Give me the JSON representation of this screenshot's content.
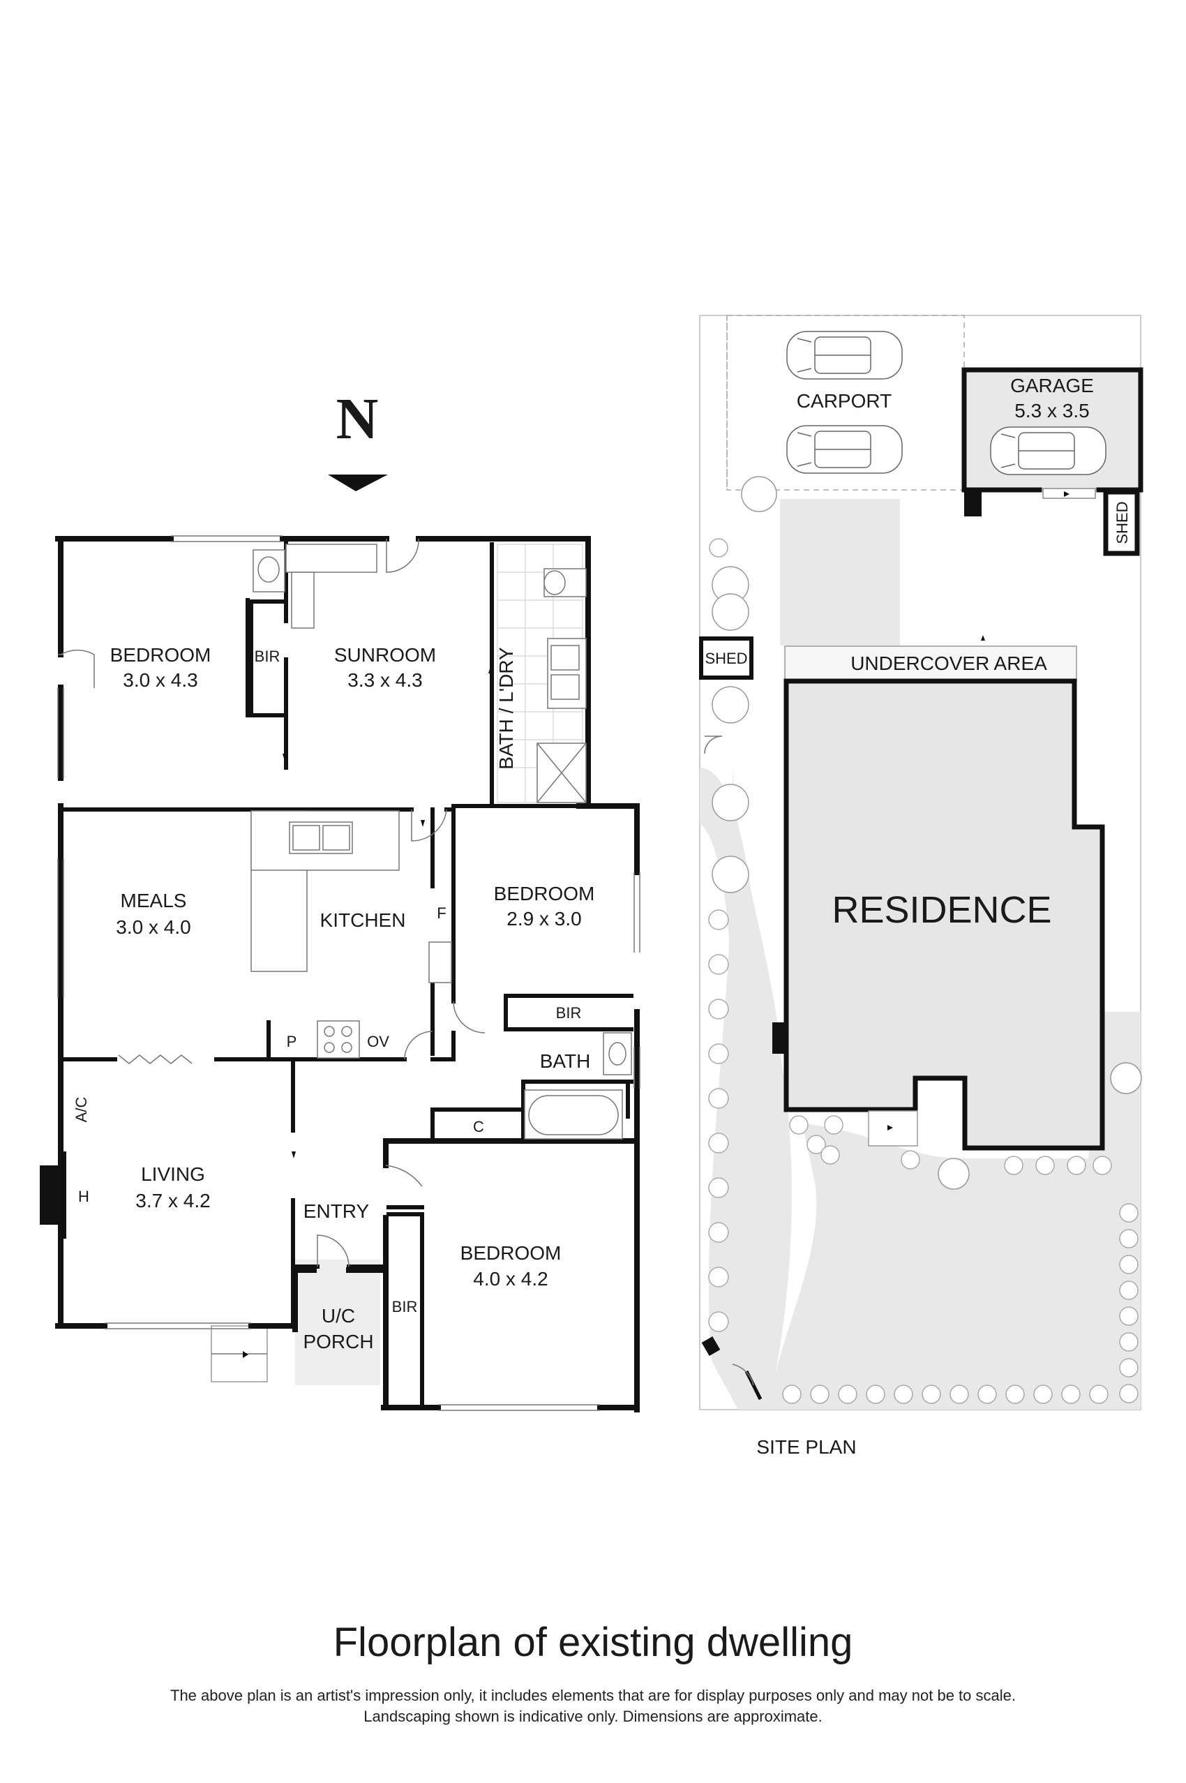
{
  "compass": {
    "letter": "N"
  },
  "floorplan": {
    "rooms": [
      {
        "id": "bedroom1",
        "name": "BEDROOM",
        "dims": "3.0 x 4.3"
      },
      {
        "id": "sunroom",
        "name": "SUNROOM",
        "dims": "3.3 x 4.3"
      },
      {
        "id": "bath-laundry",
        "name": "BATH / L'DRY",
        "dims": ""
      },
      {
        "id": "meals",
        "name": "MEALS",
        "dims": "3.0 x 4.0"
      },
      {
        "id": "kitchen",
        "name": "KITCHEN",
        "dims": ""
      },
      {
        "id": "bedroom2",
        "name": "BEDROOM",
        "dims": "2.9 x 3.0"
      },
      {
        "id": "bath",
        "name": "BATH",
        "dims": ""
      },
      {
        "id": "living",
        "name": "LIVING",
        "dims": "3.7 x 4.2"
      },
      {
        "id": "entry",
        "name": "ENTRY",
        "dims": ""
      },
      {
        "id": "porch",
        "name": "U/C PORCH",
        "dims": ""
      },
      {
        "id": "bedroom3",
        "name": "BEDROOM",
        "dims": "4.0 x 4.2"
      }
    ],
    "fixtures": {
      "bir": "BIR",
      "fridge": "F",
      "pantry": "P",
      "oven": "OV",
      "cupboard": "C",
      "ac": "A/C",
      "heater": "H",
      "porch_line1": "U/C",
      "porch_line2": "PORCH"
    }
  },
  "siteplan": {
    "caption": "SITE PLAN",
    "carport": "CARPORT",
    "garage": {
      "name": "GARAGE",
      "dims": "5.3 x 3.5"
    },
    "shed": "SHED",
    "undercover": "UNDERCOVER AREA",
    "residence": "RESIDENCE"
  },
  "footer": {
    "title": "Floorplan of existing dwelling",
    "disclaimer_line1": "The above plan is an artist's impression only, it includes elements that are for display purposes only and may not be to scale.",
    "disclaimer_line2": "Landscaping shown is indicative only. Dimensions are approximate."
  }
}
